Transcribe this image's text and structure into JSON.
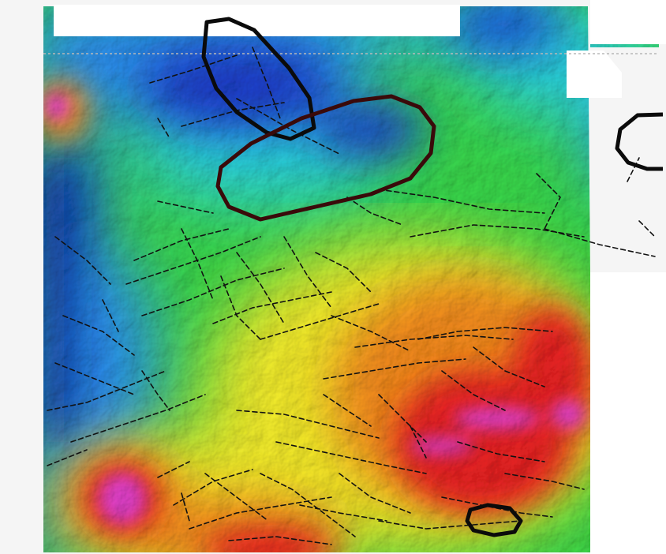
{
  "map": {
    "kind": "magnetic-anomaly-relief-map",
    "colors": {
      "background": "#f5f5f5",
      "lowest": "#0a1a9a",
      "low": "#1e5fd8",
      "mid_low": "#2bd1e0",
      "mid": "#39d64a",
      "mid_high": "#f2ea2a",
      "high": "#f28a1e",
      "very_high": "#e62020",
      "peak": "#e040c8",
      "no_data": "#ffffff",
      "lineament": "#111111",
      "outline_black": "#0b0b0b",
      "outline_maroon": "#3a0a0a"
    },
    "legend_items": [
      "dashed-lineament",
      "black-outlined-zone",
      "maroon-outlined-zone"
    ]
  }
}
